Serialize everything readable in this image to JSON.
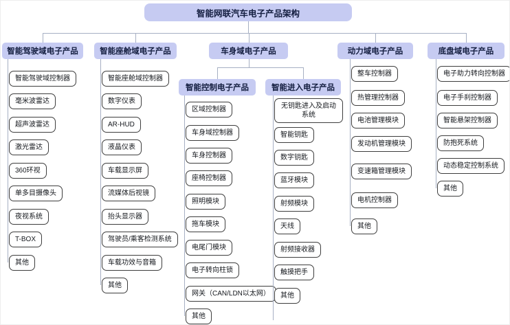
{
  "title": "智能网联汽车电子产品架构",
  "colors": {
    "node_fill": "#c6cbf2",
    "node_text": "#131d3f",
    "leaf_border": "#3c3c3c",
    "line": "#a6afc3"
  },
  "branches": [
    {
      "id": "driving",
      "label": "智能驾驶域电子产品",
      "items": [
        "智能驾驶域控制器",
        "毫米波雷达",
        "超声波雷达",
        "激光雷达",
        "360环视",
        "单多目摄像头",
        "夜视系统",
        "T-BOX",
        "其他"
      ]
    },
    {
      "id": "cockpit",
      "label": "智能座舱域电子产品",
      "items": [
        "智能座舱域控制器",
        "数字仪表",
        "AR-HUD",
        "液晶仪表",
        "车载显示屏",
        "流媒体后视镜",
        "抬头显示器",
        "驾驶员/乘客检测系统",
        "车载功效与音箱",
        "其他"
      ]
    },
    {
      "id": "body",
      "label": "车身域电子产品",
      "items": [],
      "children": [
        {
          "id": "smart-control",
          "label": "智能控制电子产品",
          "items": [
            "区域控制器",
            "车身域控制器",
            "车身控制器",
            "座椅控制器",
            "照明模块",
            "拖车模块",
            "电尾门模块",
            "电子转向柱锁",
            "网关（CAN/LDN以太网）",
            "其他"
          ]
        },
        {
          "id": "smart-entry",
          "label": "智能进入电子产品",
          "items": [
            "无钥匙进入及启动系统",
            "智能钥匙",
            "数字钥匙",
            "蓝牙模块",
            "射频模块",
            "天线",
            "射频接收器",
            "触摸把手",
            "其他"
          ]
        }
      ]
    },
    {
      "id": "power",
      "label": "动力域电子产品",
      "items": [
        "整车控制器",
        "热管理控制器",
        "电池管理模块",
        "发动机管理模块",
        "变速箱管理模块",
        "电机控制器",
        "其他"
      ]
    },
    {
      "id": "chassis",
      "label": "底盘域电子产品",
      "items": [
        "电子助力转向控制器",
        "电子手刹控制器",
        "智能悬架控制器",
        "防抱死系统",
        "动态稳定控制系统",
        "其他"
      ]
    }
  ]
}
